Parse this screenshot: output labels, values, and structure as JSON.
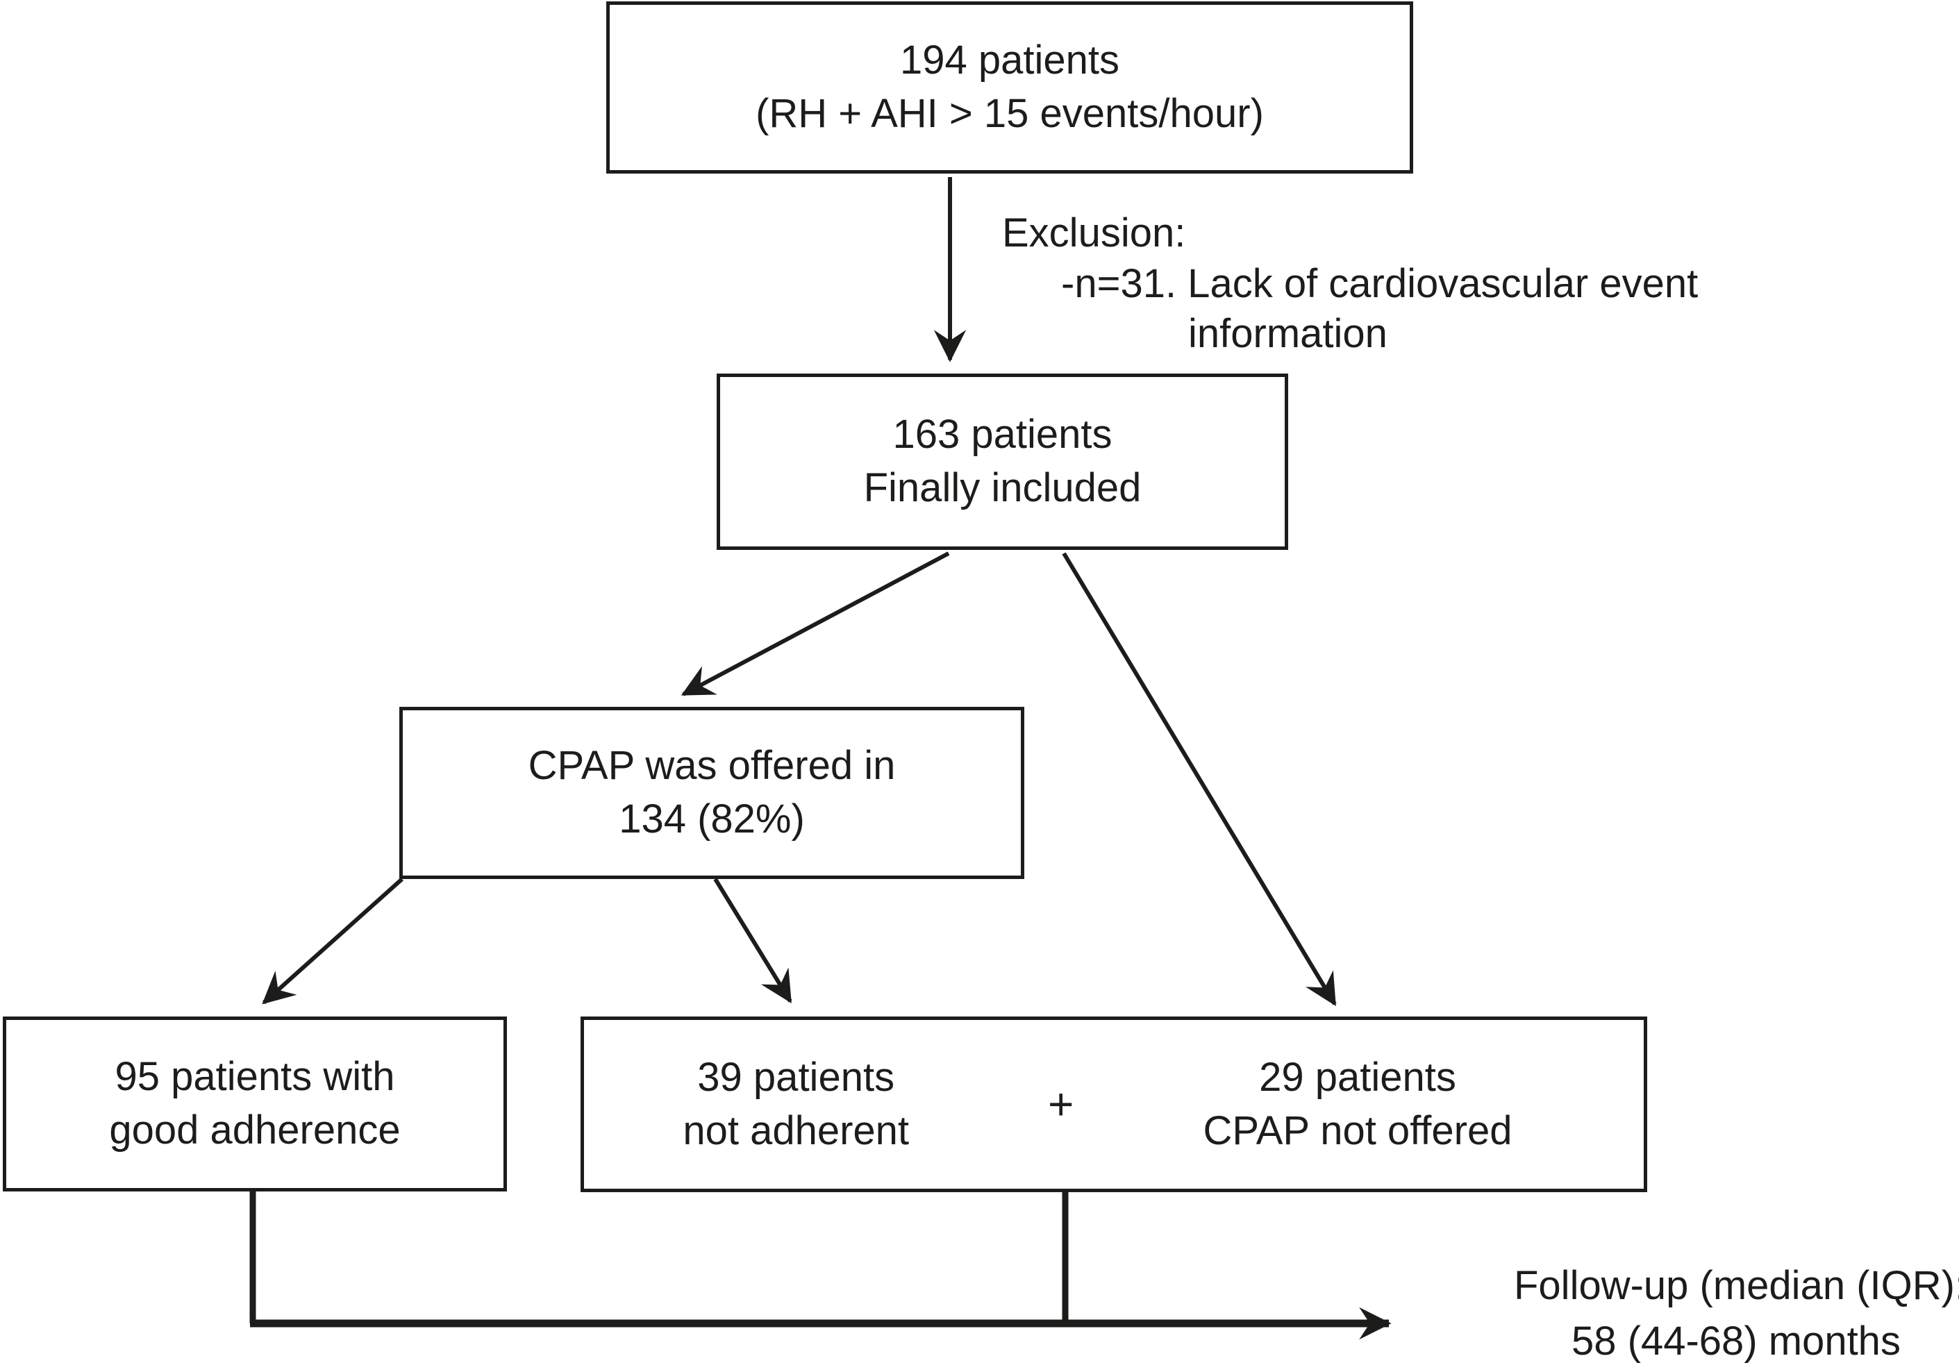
{
  "figure": {
    "background": "#ffffff",
    "ink_color": "#1c1c1a"
  },
  "boxes": {
    "initial": {
      "line1": "194 patients",
      "line2": "(RH + AHI > 15 events/hour)"
    },
    "included": {
      "line1": "163 patients",
      "line2": "Finally included"
    },
    "cpap_offered": {
      "line1": "CPAP was offered in",
      "line2": "134 (82%)"
    },
    "good_adherence": {
      "line1": "95 patients with",
      "line2": "good adherence"
    },
    "not_adherent": {
      "line1": "39 patients",
      "line2": "not adherent"
    },
    "combined_plus": "+",
    "cpap_not_offered": {
      "line1": "29 patients",
      "line2": "CPAP not offered"
    }
  },
  "notes": {
    "exclusion": {
      "line1": "Exclusion:",
      "line2": "-n=31. Lack of cardiovascular event",
      "line3": "information"
    },
    "followup": {
      "line1": "Follow-up (median (IQR):",
      "line2": "58 (44-68) months"
    }
  }
}
